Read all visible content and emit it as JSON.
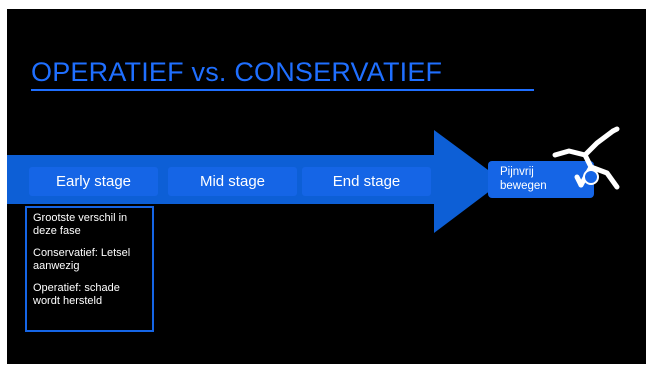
{
  "slide": {
    "title": "OPERATIEF vs. CONSERVATIEF",
    "stages": [
      "Early stage",
      "Mid stage",
      "End stage"
    ],
    "goal": {
      "line1": "Pijnvrij",
      "line2": "bewegen"
    },
    "note": [
      "Grootste verschil in deze fase",
      "Conservatief: Letsel aanwezig",
      "Operatief: schade wordt hersteld"
    ]
  },
  "colors": {
    "accent": "#1f6fff",
    "arrow": "#0d5fd6",
    "box": "#1565e6",
    "background": "#000000"
  },
  "icons": [
    "person-cartwheel-icon"
  ]
}
